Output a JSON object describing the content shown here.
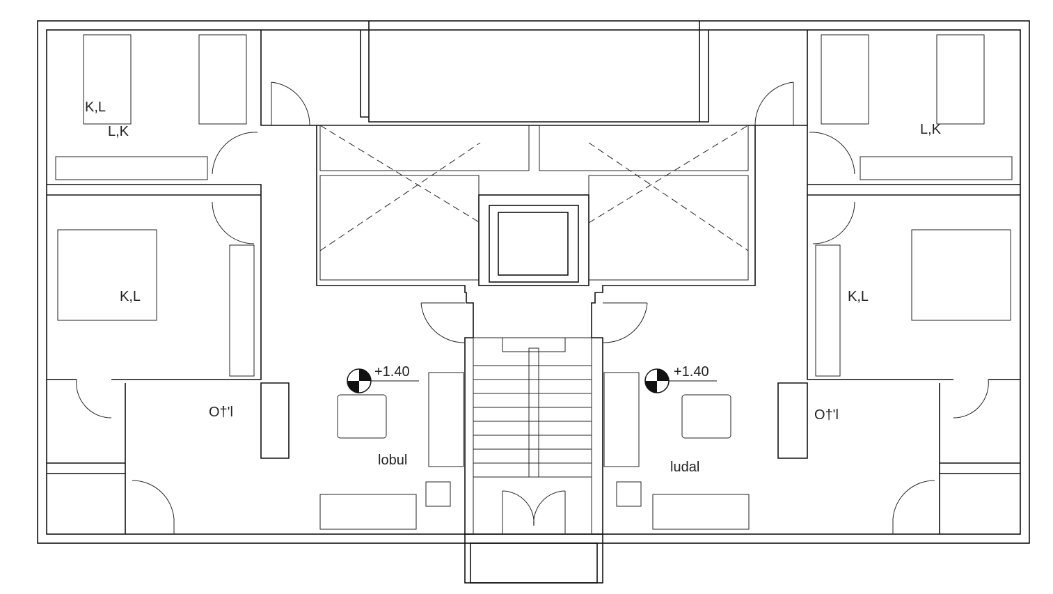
{
  "plan": {
    "levels": [
      {
        "text": "+1.40"
      },
      {
        "text": "+1.40"
      }
    ],
    "rooms": {
      "living_left": "lobul",
      "living_right": "ludal",
      "room_left": "O†'l",
      "room_right": "O†'l",
      "bed_tl": "K,L",
      "bed_tl2": "L,K",
      "bed_ml": "K,L",
      "bed_tr": "L,K",
      "bed_mr": "K,L"
    }
  }
}
